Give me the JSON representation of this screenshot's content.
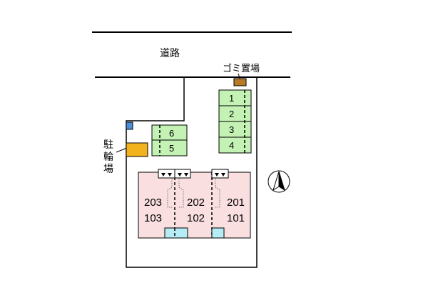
{
  "road": {
    "label": "道路"
  },
  "garbage": {
    "label": "ゴミ置場",
    "color": "#b97a28"
  },
  "bike_parking": {
    "label_chars": [
      "駐",
      "輪",
      "場"
    ],
    "color": "#f2b21e"
  },
  "parking": {
    "color": "#c3f2b4",
    "right_slots": [
      "1",
      "2",
      "3",
      "4"
    ],
    "left_slots": [
      "6",
      "5"
    ]
  },
  "building": {
    "color": "#f9dfe0",
    "units_upper": [
      "203",
      "202",
      "201"
    ],
    "units_lower": [
      "103",
      "102",
      "101"
    ],
    "entrance_color": "#b6ecf4"
  },
  "meter_box": {
    "color": "#4a8fd8"
  },
  "compass": {
    "name": "north-arrow-icon"
  }
}
